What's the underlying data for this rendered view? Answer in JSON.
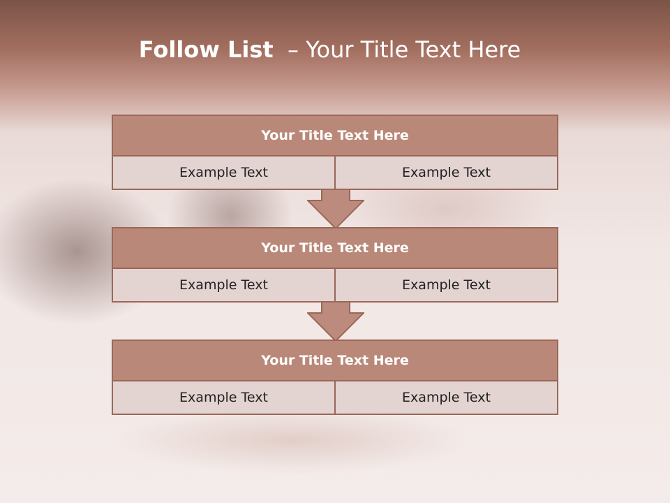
{
  "slide": {
    "title_bold": "Follow List",
    "title_rest": "  – Your Title Text Here"
  },
  "blocks": [
    {
      "title": "Your Title Text Here",
      "left": "Example Text",
      "right": "Example Text"
    },
    {
      "title": "Your Title Text Here",
      "left": "Example Text",
      "right": "Example Text"
    },
    {
      "title": "Your Title Text Here",
      "left": "Example Text",
      "right": "Example Text"
    }
  ],
  "colors": {
    "header_fill": "#b98879",
    "border": "#9a6759",
    "cell_fill": "#e3d3d1",
    "arrow_fill": "#bd8b7d"
  }
}
